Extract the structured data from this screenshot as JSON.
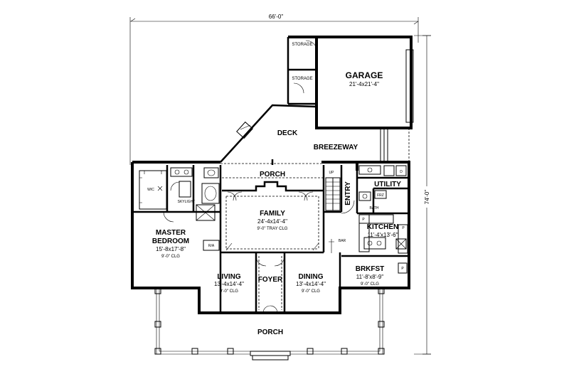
{
  "dimensions": {
    "width": "66'-0\"",
    "depth": "74'-0\""
  },
  "rooms": {
    "storage_top": {
      "name": "STORAGE"
    },
    "storage_bottom": {
      "name": "STORAGE"
    },
    "garage": {
      "name": "GARAGE",
      "size": "21'-4x21'-4\""
    },
    "deck": {
      "name": "DECK"
    },
    "breezeway": {
      "name": "BREEZEWAY"
    },
    "porch_rear": {
      "name": "PORCH"
    },
    "utility": {
      "name": "UTILITY"
    },
    "entry": {
      "name": "ENTRY"
    },
    "family": {
      "name": "FAMILY",
      "size": "24'-4x14'-4\"",
      "ceiling": "9'-0\" TRAY CLG"
    },
    "kitchen": {
      "name": "KITCHEN",
      "size": "11'-4'x13'-6\""
    },
    "master": {
      "name_line1": "MASTER",
      "name_line2": "BEDROOM",
      "size": "15'-8x17'-8\"",
      "ceiling": "9'-0\" CLG"
    },
    "living": {
      "name": "LIVING",
      "size": "13'-4x14'-4\"",
      "ceiling": "9'-0\" CLG"
    },
    "foyer": {
      "name": "FOYER"
    },
    "dining": {
      "name": "DINING",
      "size": "13'-4x14'-4\"",
      "ceiling": "9'-0\" CLG"
    },
    "brkfst": {
      "name": "BRKFST",
      "size": "11'-8'x8'-9\"",
      "ceiling": "9'-0\" CLG"
    },
    "porch_front": {
      "name": "PORCH"
    }
  },
  "small_labels": {
    "wic": "WIC",
    "skylight": "SKYLIGHT",
    "ra": "R/A",
    "bar": "BAR",
    "up": "UP",
    "bath": "BATH",
    "frz": "FRZ",
    "d": "D",
    "p1": "P",
    "p2": "P",
    "p3": "P"
  }
}
